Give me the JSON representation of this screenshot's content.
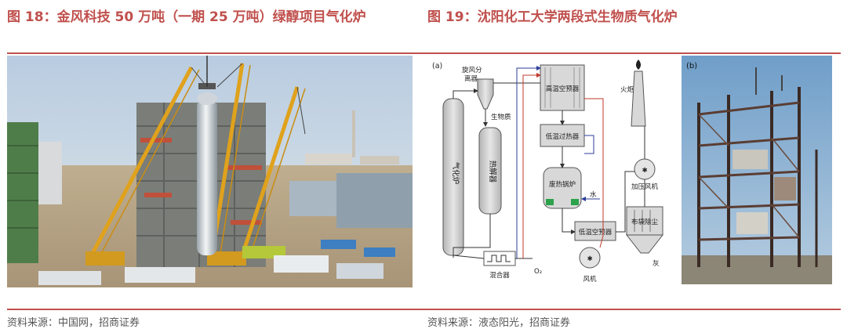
{
  "figures": {
    "left": {
      "title": "图 18：金风科技 50 万吨（一期 25 万吨）绿醇项目气化炉",
      "source": "资料来源：中国网，招商证券"
    },
    "right": {
      "title": "图 19：沈阳化工大学两段式生物质气化炉",
      "source": "资料来源：液态阳光，招商证券",
      "panel_a_label": "(a)",
      "panel_b_label": "(b)",
      "diagram_labels": {
        "cyclone_line1": "旋风分",
        "cyclone_line2": "离器",
        "gasifier": "气化炉",
        "pyrolyzer": "热解器",
        "biomass": "生物质",
        "high_temp_preheater": "高温空预器",
        "low_temp_superheater": "低温过热器",
        "waste_heat_boiler": "废热锅炉",
        "water": "水",
        "low_temp_preheater": "低温空预器",
        "mixer": "混合器",
        "o2": "O₂",
        "fan": "风机",
        "flare": "火炬",
        "booster_fan": "加压风机",
        "bag_filter": "布袋除尘",
        "ash": "灰"
      }
    }
  }
}
